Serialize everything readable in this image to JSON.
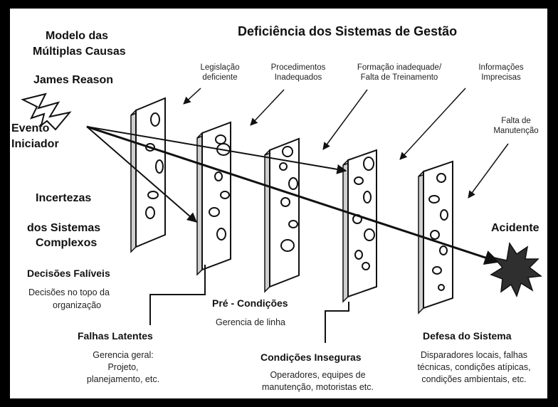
{
  "title": "Deficiência dos Sistemas de Gestão",
  "left_panel": {
    "model_line1": "Modelo das",
    "model_line2": "Múltiplas Causas",
    "author": "James Reason",
    "event_line1": "Evento",
    "event_line2": "Iniciador",
    "uncertainty_line1": "Incertezas",
    "uncertainty_line2": "dos Sistemas",
    "uncertainty_line3": "Complexos",
    "decisions_title": "Decisões Falíveis",
    "decisions_desc_line1": "Decisões no topo da",
    "decisions_desc_line2": "organização"
  },
  "top_labels": {
    "legislation_line1": "Legislação",
    "legislation_line2": "deficiente",
    "procedures_line1": "Procedimentos",
    "procedures_line2": "Inadequados",
    "training_line1": "Formação inadequade/",
    "training_line2": "Falta de Treinamento",
    "information_line1": "Informações",
    "information_line2": "Imprecisas",
    "maintenance_line1": "Falta de",
    "maintenance_line2": "Manutenção"
  },
  "outcome": "Acidente",
  "bottom_labels": {
    "latent_title": "Falhas Latentes",
    "latent_line1": "Gerencia geral:",
    "latent_line2": "Projeto,",
    "latent_line3": "planejamento, etc.",
    "preconditions_title": "Pré - Condições",
    "preconditions_desc": "Gerencia de linha",
    "unsafe_title": "Condições Inseguras",
    "unsafe_line1": "Operadores, equipes de",
    "unsafe_line2": "manutenção, motoristas etc.",
    "defense_title": "Defesa do Sistema",
    "defense_line1": "Disparadores locais, falhas",
    "defense_line2": "técnicas, condições atípicas,",
    "defense_line3": "condições ambientais, etc."
  },
  "colors": {
    "ink": "#111111",
    "slab_face": "#ffffff",
    "slab_side": "#cfcfcf",
    "burst_fill": "#2f2f2f"
  },
  "icons": [
    "lightning-icon",
    "explosion-icon"
  ]
}
